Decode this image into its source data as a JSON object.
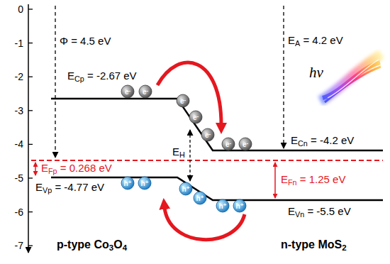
{
  "diagram": {
    "labels": [
      "0",
      "-1",
      "-2",
      "-3",
      "-4",
      "-5",
      "-6",
      "-7",
      "Φ = 4.5 eV",
      "EA = 4.2 eV",
      "hν",
      "ECp = -2.67 eV",
      "e-",
      "e-",
      "e-",
      "e-",
      "e-",
      "EH",
      "e-",
      "e-",
      "ECn = -4.2 eV",
      "EFp = 0.268 eV",
      "EFn = 1.25 eV",
      "EVp = -4.77 eV",
      "h+",
      "h+",
      "h+",
      "h+",
      "h+",
      "h+",
      "EVn = -5.5 eV",
      "p-type Co3O4",
      "n-type MoS2"
    ]
  }
}
